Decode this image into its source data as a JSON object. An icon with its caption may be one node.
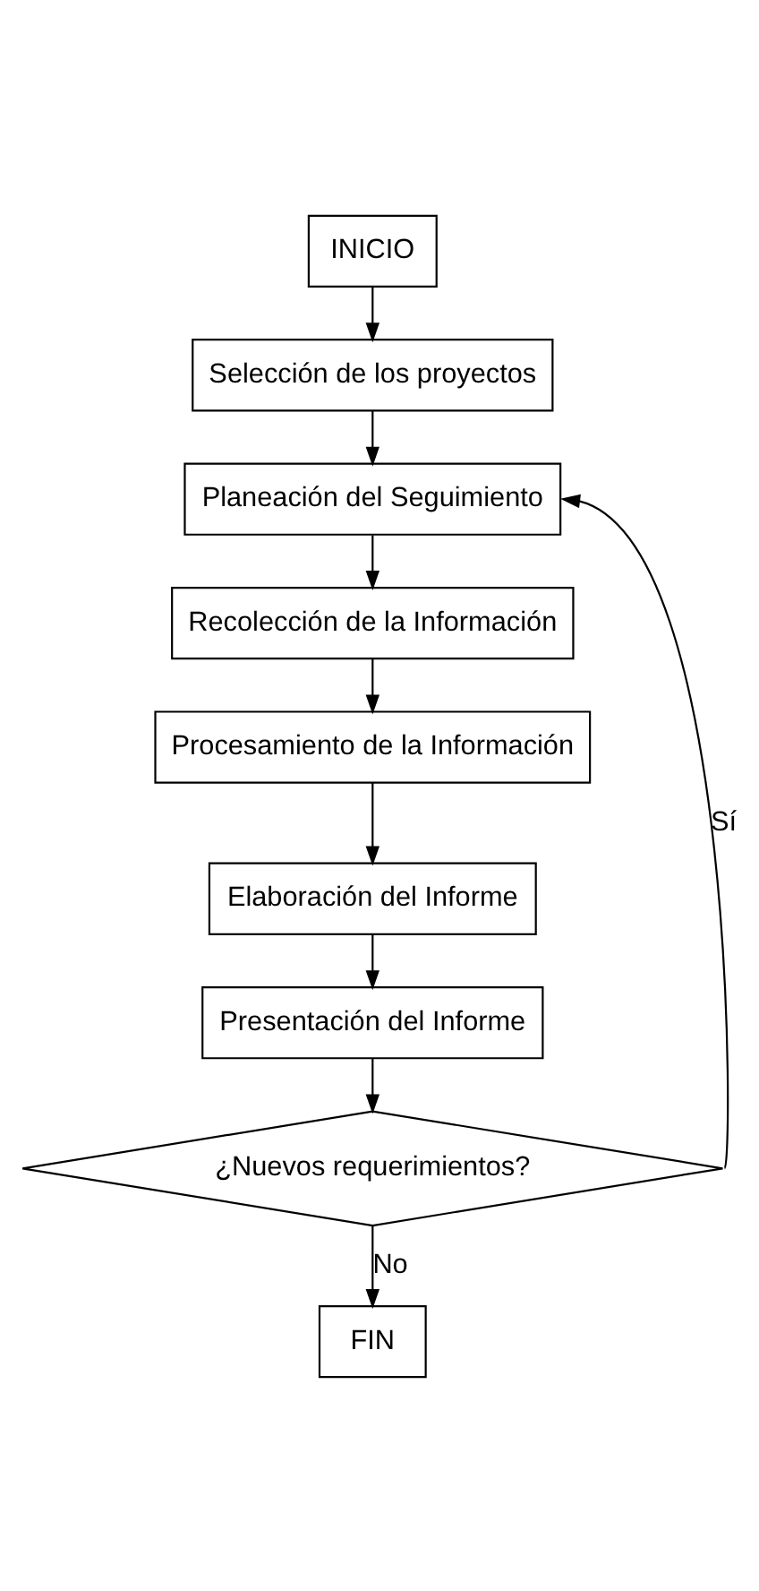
{
  "diagram": {
    "nodes": [
      {
        "text": [
          "INICIO"
        ]
      },
      {
        "text": [
          "Selección de los proyectos"
        ]
      },
      {
        "text": [
          "Planeación del Seguimiento"
        ]
      },
      {
        "text": [
          "Recolección de la Información"
        ]
      },
      {
        "text": [
          "Procesamiento de la Información"
        ]
      },
      {
        "text": [
          "Elaboración del Informe"
        ]
      },
      {
        "text": [
          "Presentación del Informe"
        ]
      },
      {
        "text": [
          "¿Nuevos requerimientos?"
        ]
      },
      {
        "text": [
          "FIN"
        ]
      }
    ],
    "edges": [
      {
        "from": 0,
        "to": 1,
        "arrow": "to"
      },
      {
        "from": 1,
        "to": 2,
        "arrow": "to"
      },
      {
        "from": 2,
        "to": 3,
        "arrow": "to"
      },
      {
        "from": 3,
        "to": 4,
        "arrow": "to"
      },
      {
        "from": 4,
        "to": 5,
        "arrow": "to"
      },
      {
        "from": 5,
        "to": 6,
        "arrow": "to"
      },
      {
        "from": 6,
        "to": 7,
        "arrow": "to"
      },
      {
        "from": 7,
        "to": 2,
        "arrow": "to",
        "label": "Sí"
      },
      {
        "from": 7,
        "to": 8,
        "arrow": "to",
        "label": "No"
      }
    ]
  }
}
